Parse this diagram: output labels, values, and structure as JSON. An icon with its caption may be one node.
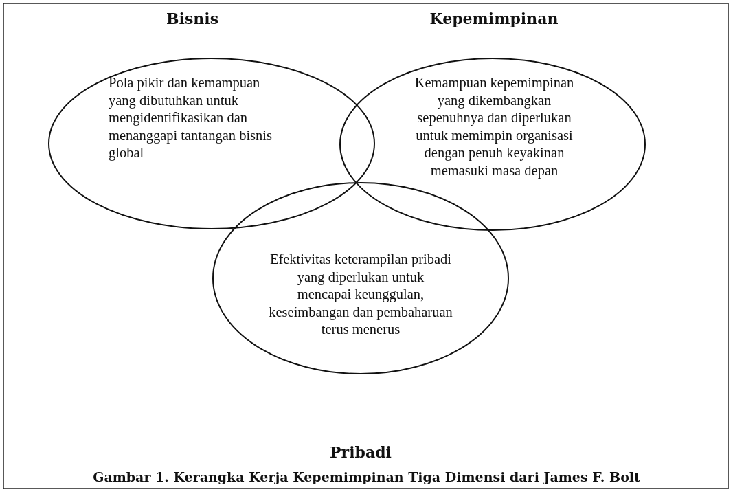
{
  "diagram": {
    "caption": "Gambar 1. Kerangka Kerja Kepemimpinan Tiga Dimensi dari James F. Bolt",
    "nodes": [
      {
        "text": [
          "Bisnis",
          "Pola pikir dan kemampuan yang dibutuhkan untuk mengidentifikasikan dan menanggapi tantangan bisnis global"
        ]
      },
      {
        "text": [
          "Kepemimpinan",
          "Kemampuan kepemimpinan yang dikembangkan sepenuhnya dan diperlukan untuk memimpin organisasi dengan penuh keyakinan memasuki masa depan"
        ]
      },
      {
        "text": [
          "Efektivitas keterampilan pribadi yang diperlukan untuk mencapai keunggulan, keseimbangan dan pembaharuan terus menerus",
          "Pribadi"
        ]
      }
    ]
  }
}
